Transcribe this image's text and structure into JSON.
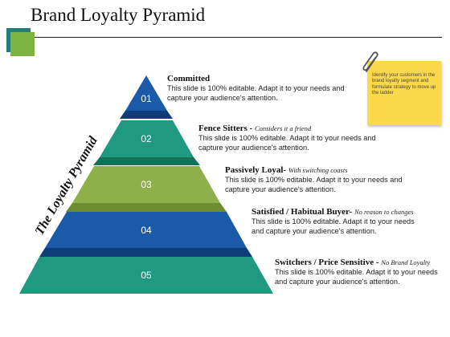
{
  "title": "Brand Loyalty Pyramid",
  "side_label": "The Loyalty Pyramid",
  "note": "Identify your customers in the brand loyalty segment and formulate strategy to move up the ladder",
  "colors": {
    "navy": "#1a5aa9",
    "teal": "#1f9a80",
    "green": "#8eb04a",
    "dark_navy": "#0f3d78",
    "dark_teal": "#13705c",
    "dark_green": "#6c8d31"
  },
  "tiers": [
    {
      "number": "01",
      "heading": "Committed",
      "sub": "",
      "body": "This slide is 100% editable. Adapt it to your needs and capture your audience's attention."
    },
    {
      "number": "02",
      "heading": "Fence Sitters - ",
      "sub": "Considers it a friend",
      "body": "This slide is 100% editable. Adapt it to your needs and capture your audience's attention."
    },
    {
      "number": "03",
      "heading": "Passively Loyal- ",
      "sub": "With switching coasts",
      "body": "This slide is 100% editable. Adapt it to your needs and capture your audience's attention."
    },
    {
      "number": "04",
      "heading": "Satisfied / Habitual Buyer- ",
      "sub": "No reason to changes",
      "body": "This slide is 100% editable. Adapt it to your needs and capture your audience's attention."
    },
    {
      "number": "05",
      "heading": "Switchers / Price Sensitive - ",
      "sub": "No Brand Loyalty",
      "body": "This slide is 100% editable. Adapt it to your needs and capture your audience's attention."
    }
  ]
}
